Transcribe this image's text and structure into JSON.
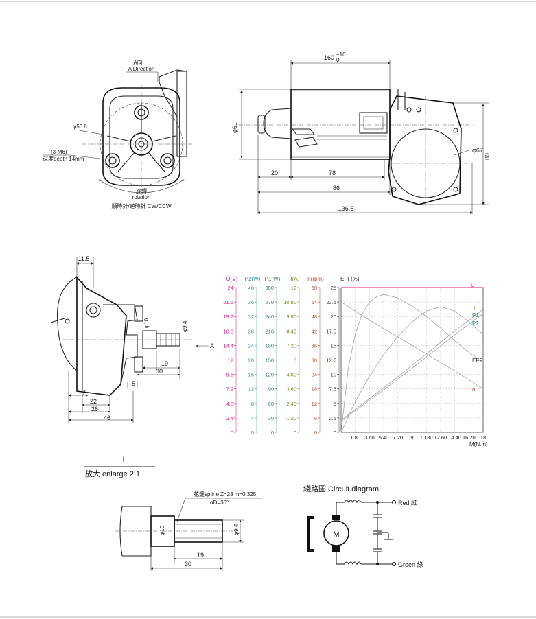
{
  "colors": {
    "U": "#e0157a",
    "P2": "#2f8f9a",
    "P1": "#3a7f68",
    "I": "#6e8a1e",
    "n": "#b5502a",
    "EFF": "#333333"
  },
  "front_view": {
    "direction_cn": "A向",
    "direction_en": "A Direction",
    "phi508": "φ50.8",
    "m6": "(3-M6)",
    "depth": "深度depth 14mm",
    "rotation_cn": "旋轉",
    "rotation_en": "rotation",
    "cw_ccw": "順時針/逆時針 CW/CCW"
  },
  "side_view": {
    "len160": "160",
    "tol_up": "+10",
    "tol_dn": "0",
    "phi61": "φ61",
    "phi67": "φ67",
    "h80": "80",
    "d20": "20",
    "d78": "78",
    "d86": "86",
    "d1365": "136.5"
  },
  "shaft_view": {
    "d115": "11.5",
    "phi10": "φ10",
    "phi94": "φ9.4",
    "d19": "19",
    "d30": "30",
    "d5": "5",
    "d7": "7",
    "d22": "22",
    "d26": "26",
    "d46": "46",
    "arrow_a": "A"
  },
  "chart_data": {
    "type": "line",
    "x_label": "M(N.m)",
    "x_ticks": [
      "0",
      "1.80",
      "3.60",
      "5.40",
      "7.20",
      "9",
      "10.80",
      "12.60",
      "14.40",
      "16.20",
      "18"
    ],
    "xlim": [
      0,
      18
    ],
    "axes": [
      {
        "name": "U(V)",
        "ticks": [
          "24",
          "21.6",
          "19.2",
          "16.8",
          "14.4",
          "12",
          "9.6",
          "7.2",
          "4.8",
          "2.4",
          "0"
        ]
      },
      {
        "name": "P2(W)",
        "ticks": [
          "40",
          "36",
          "32",
          "28",
          "24",
          "20",
          "16",
          "12",
          "8",
          "4",
          "0"
        ]
      },
      {
        "name": "P1(W)",
        "ticks": [
          "300",
          "270",
          "240",
          "210",
          "180",
          "150",
          "120",
          "90",
          "60",
          "30",
          "0"
        ]
      },
      {
        "name": "I(A)",
        "ticks": [
          "12",
          "10.80",
          "9.60",
          "8.40",
          "7.20",
          "6",
          "4.80",
          "3.60",
          "2.40",
          "1.20",
          "0"
        ]
      },
      {
        "name": "n(rpm)",
        "ticks": [
          "60",
          "54",
          "48",
          "42",
          "36",
          "30",
          "24",
          "18",
          "12",
          "6",
          "0"
        ]
      },
      {
        "name": "EFF(%)",
        "ticks": [
          "25",
          "22.5",
          "20",
          "17.5",
          "15",
          "12.5",
          "10",
          "7.5",
          "5",
          "2.5",
          "0"
        ]
      }
    ],
    "grid": true,
    "series": [
      {
        "name": "U",
        "axis": "U(V)",
        "x": [
          0,
          18
        ],
        "y": [
          24,
          24
        ]
      },
      {
        "name": "I",
        "axis": "I(A)",
        "x": [
          0,
          3.6,
          7.2,
          10.8,
          14.4,
          18
        ],
        "y": [
          1.0,
          2.8,
          4.6,
          6.5,
          8.4,
          10.2
        ]
      },
      {
        "name": "P1",
        "axis": "P1(W)",
        "x": [
          0,
          3.6,
          7.2,
          10.8,
          14.4,
          18
        ],
        "y": [
          24,
          66,
          110,
          156,
          202,
          246
        ]
      },
      {
        "name": "P2",
        "axis": "P2(W)",
        "x": [
          0,
          1.8,
          3.6,
          5.4,
          7.2,
          9,
          10.8,
          12.6,
          14.4,
          16.2,
          18
        ],
        "y": [
          0,
          8.5,
          15.5,
          21.5,
          26.5,
          30.5,
          33.5,
          34.7,
          33.5,
          30.5,
          27.0
        ]
      },
      {
        "name": "n",
        "axis": "n(rpm)",
        "x": [
          0,
          3.6,
          7.2,
          10.8,
          14.4,
          18
        ],
        "y": [
          54,
          46.5,
          39.5,
          32.5,
          25.5,
          18.0
        ]
      },
      {
        "name": "EFF",
        "axis": "EFF(%)",
        "x": [
          0,
          0.9,
          1.8,
          2.7,
          3.6,
          4.5,
          5.4,
          7.2,
          9,
          10.8,
          12.6,
          14.4,
          16.2,
          18
        ],
        "y": [
          0,
          11,
          17,
          20.5,
          22.5,
          23.4,
          23.8,
          23.2,
          21.8,
          20.0,
          18.0,
          15.8,
          13.8,
          12.0
        ]
      }
    ]
  },
  "enlarge": {
    "marker": "I",
    "title": "放大 enlarge 2:1",
    "spline": "花鍵spline Z=28 m=0.325",
    "alpha": "αD=30°",
    "phi10": "φ10",
    "phi94": "φ9.4",
    "d19": "19",
    "d30": "30"
  },
  "circuit": {
    "title": "綫路圖 Circuit diagram",
    "motor": "M",
    "red": "Red 紅",
    "green": "Green 綠"
  }
}
